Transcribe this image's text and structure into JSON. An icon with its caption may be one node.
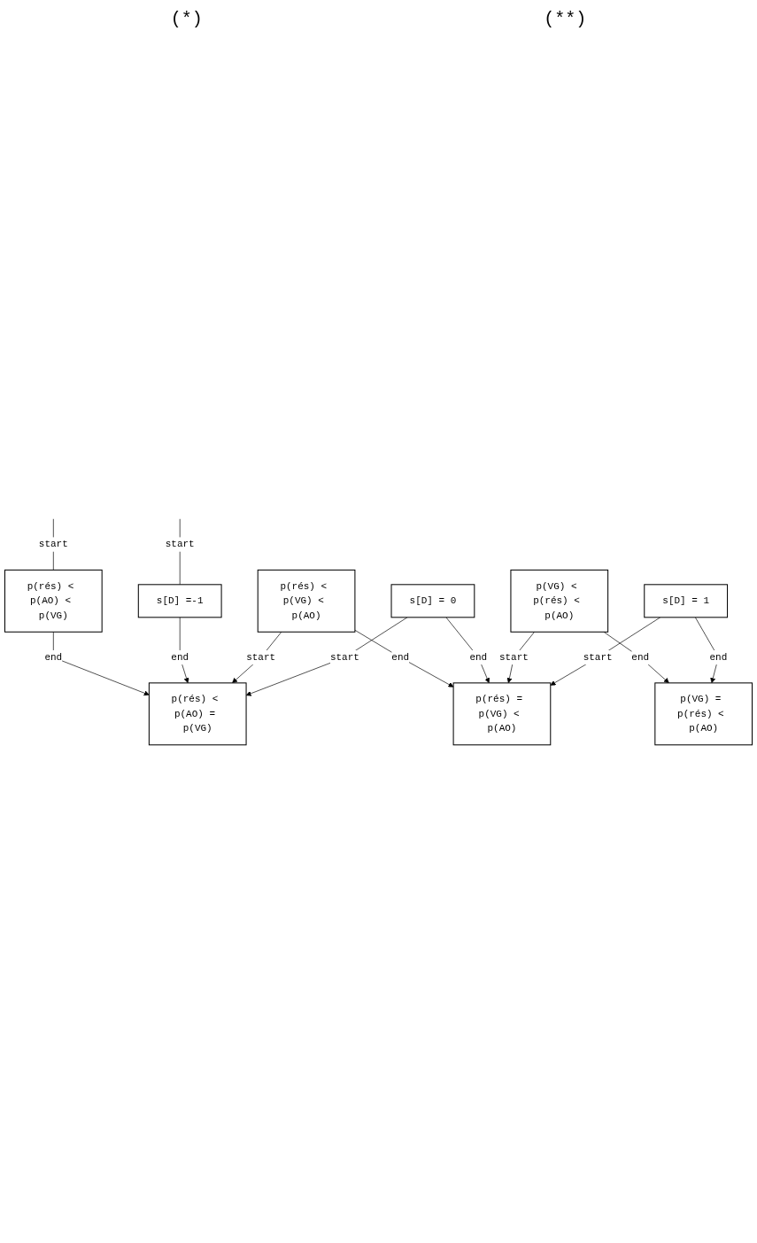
{
  "diagram": {
    "nodes": [
      {
        "text": [
          "p(rés) < p(AO) < p(VG)"
        ]
      },
      {
        "text": [
          "s[D] =-1"
        ]
      },
      {
        "text": [
          "p(rés) < p(AO) = p(VG)"
        ]
      },
      {
        "text": [
          "p(rés) < p(VG) < p(AO)"
        ]
      },
      {
        "text": [
          "s[D] = 0"
        ]
      },
      {
        "text": [
          "p(rés) = p(VG) < p(AO)"
        ]
      },
      {
        "text": [
          "p(VG) < p(rés) < p(AO)"
        ]
      },
      {
        "text": [
          "s[D] = 1"
        ]
      },
      {
        "text": [
          "p(VG) = p(rés) < p(AO)"
        ]
      }
    ],
    "edges": [
      {
        "from": null,
        "to": 0,
        "arrow": "none",
        "label": "start"
      },
      {
        "from": 0,
        "to": 2,
        "arrow": "to",
        "label": "end"
      },
      {
        "from": null,
        "to": 1,
        "arrow": "none",
        "label": "start"
      },
      {
        "from": 1,
        "to": 2,
        "arrow": "to",
        "label": "end"
      },
      {
        "from": 3,
        "to": 2,
        "arrow": "to",
        "label": "start"
      },
      {
        "from": 4,
        "to": 2,
        "arrow": "to",
        "label": "start"
      },
      {
        "from": 3,
        "to": 5,
        "arrow": "to",
        "label": "end"
      },
      {
        "from": 4,
        "to": 5,
        "arrow": "to",
        "label": "end"
      },
      {
        "from": 6,
        "to": 5,
        "arrow": "to",
        "label": "start"
      },
      {
        "from": 7,
        "to": 5,
        "arrow": "to",
        "label": "start"
      },
      {
        "from": 6,
        "to": 8,
        "arrow": "to",
        "label": "end"
      },
      {
        "from": 7,
        "to": 8,
        "arrow": "to",
        "label": "end"
      }
    ],
    "labels": [
      "(*)",
      "(**)"
    ]
  }
}
